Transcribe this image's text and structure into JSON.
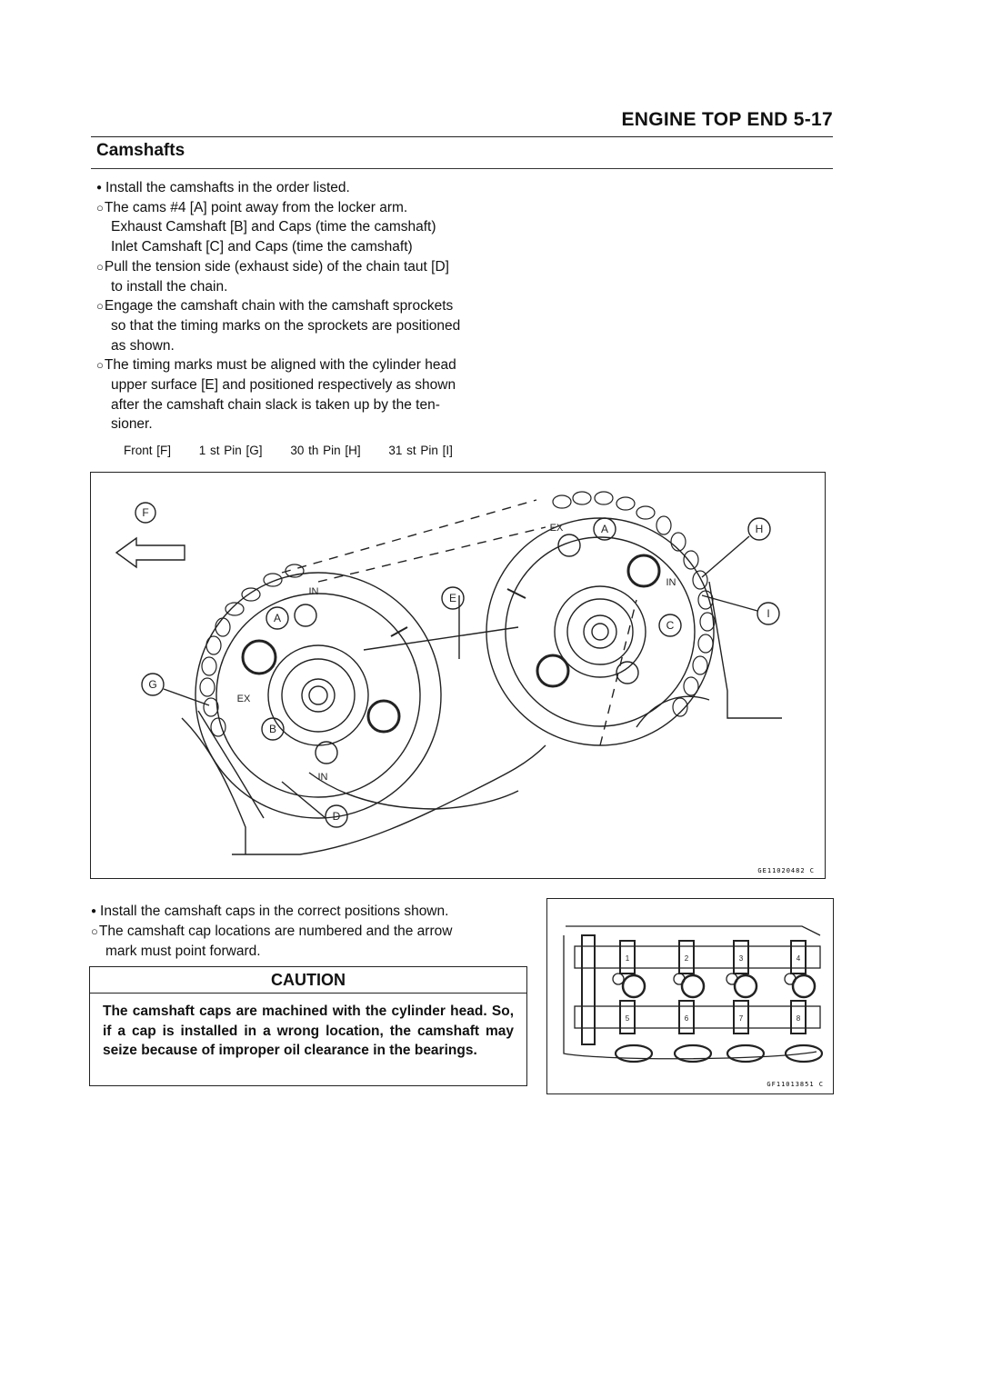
{
  "header": {
    "title": "ENGINE TOP END 5-17"
  },
  "section": {
    "title": "Camshafts"
  },
  "steps1": [
    {
      "marker": "bullet",
      "text": "Install the camshafts in the order listed."
    },
    {
      "marker": "circle",
      "text": "The cams #4 [A] point away from the locker arm."
    },
    {
      "marker": "none",
      "text": "Exhaust Camshaft [B] and Caps (time the camshaft)"
    },
    {
      "marker": "none",
      "text": "Inlet Camshaft [C] and Caps (time the camshaft)"
    },
    {
      "marker": "circle",
      "text": "Pull the tension side (exhaust side) of the chain taut [D]"
    },
    {
      "marker": "none",
      "text": "to install the chain."
    },
    {
      "marker": "circle",
      "text": "Engage the camshaft chain with the camshaft sprockets"
    },
    {
      "marker": "none",
      "text": "so that the timing marks on the sprockets are positioned"
    },
    {
      "marker": "none",
      "text": "as shown."
    },
    {
      "marker": "circle",
      "text": "The timing marks must be aligned with the cylinder head"
    },
    {
      "marker": "none",
      "text": "upper surface [E] and positioned respectively as shown"
    },
    {
      "marker": "none",
      "text": "after the camshaft chain slack is taken up by the ten-"
    },
    {
      "marker": "none",
      "text": "sioner."
    }
  ],
  "legend": [
    "Front [F]",
    "1 st Pin [G]",
    "30 th Pin [H]",
    "31 st Pin [I]"
  ],
  "figure1": {
    "code": "GE11020482 C",
    "callouts": {
      "F": "F",
      "A": "A",
      "B": "B",
      "C": "C",
      "D": "D",
      "E": "E",
      "G": "G",
      "H": "H",
      "I": "I"
    },
    "marks": {
      "in": "IN",
      "ex": "EX"
    }
  },
  "steps2": [
    {
      "marker": "bullet",
      "text": "Install the camshaft caps in the correct positions shown."
    },
    {
      "marker": "circle",
      "text": "The camshaft cap locations are numbered and the arrow"
    },
    {
      "marker": "none",
      "text": "mark must point forward."
    }
  ],
  "caution": {
    "heading": "CAUTION",
    "text": "The camshaft caps are machined with the cylinder head. So, if a cap is installed in a wrong location, the camshaft may seize because of improper oil clearance in the bearings."
  },
  "figure2": {
    "code": "GF11013851 C",
    "cap_numbers": [
      "1",
      "2",
      "3",
      "4",
      "5",
      "6",
      "7",
      "8"
    ]
  }
}
